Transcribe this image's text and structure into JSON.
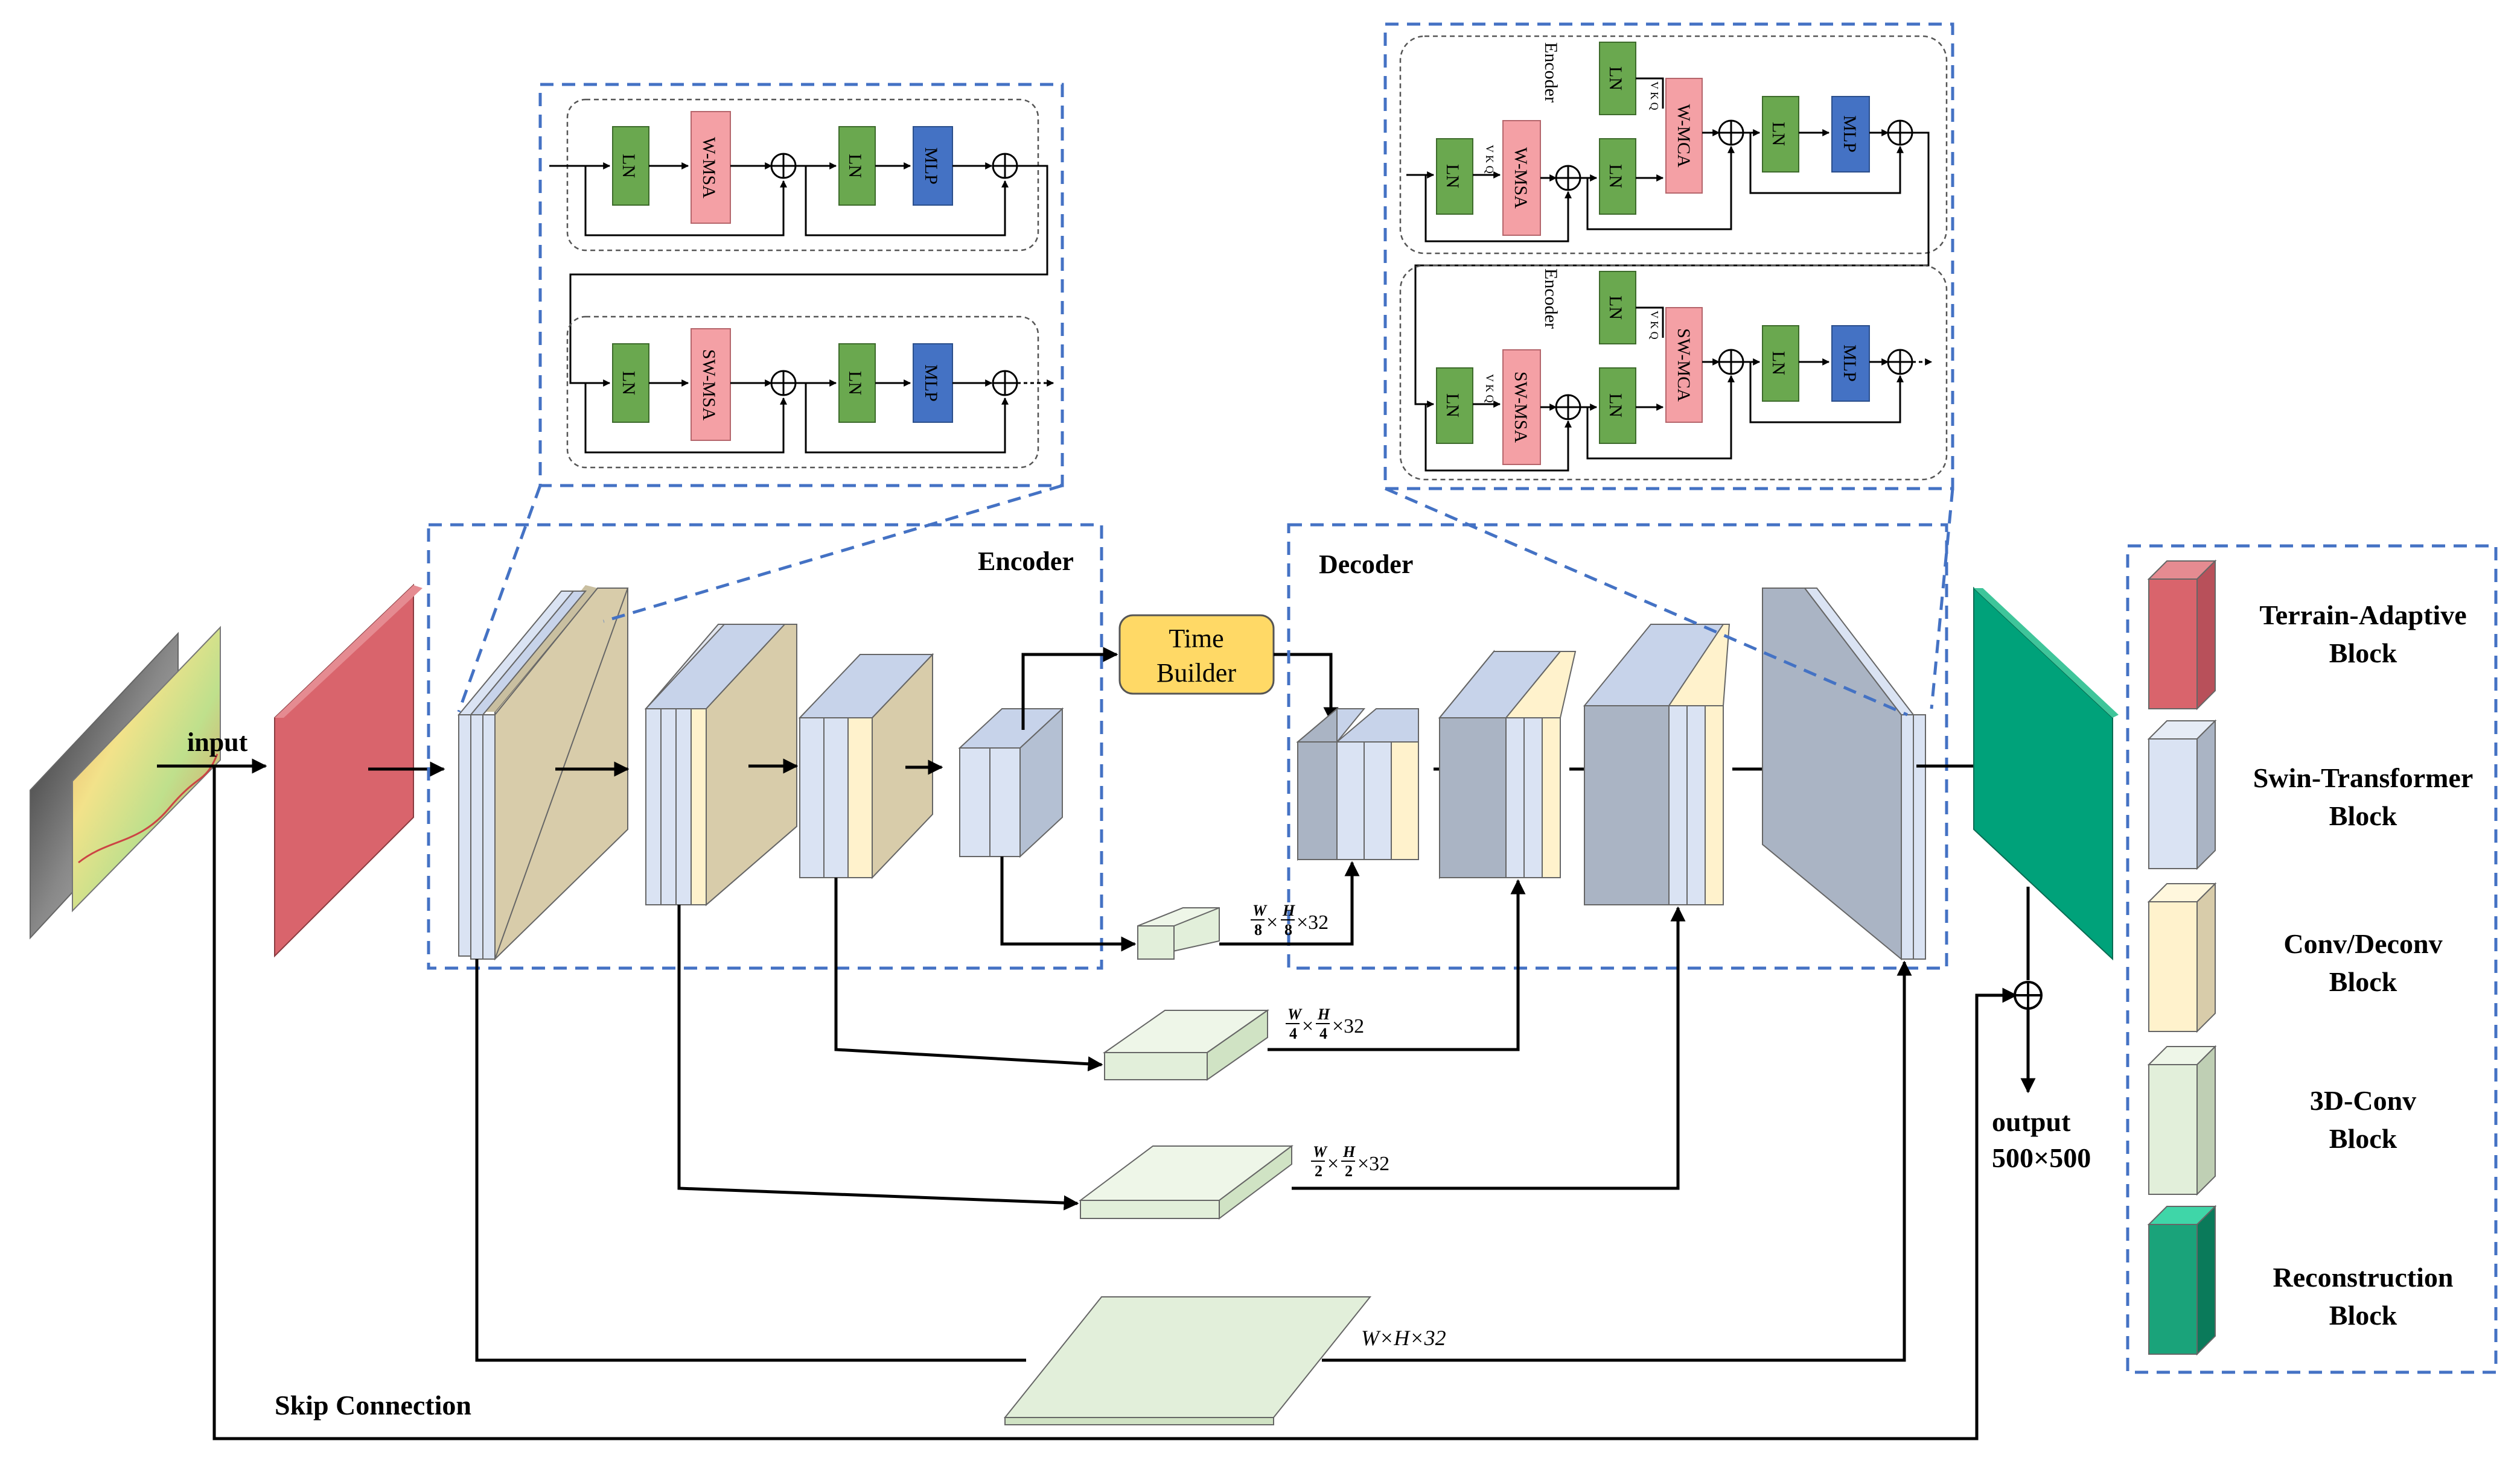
{
  "labels": {
    "input": "input",
    "encoder": "Encoder",
    "decoder": "Decoder",
    "time_builder_line1": "Time",
    "time_builder_line2": "Builder",
    "skip_connection": "Skip Connection",
    "output_line1": "output",
    "output_line2": "500×500",
    "dim_w8_a": "W",
    "dim_w8_b": "8",
    "dim_h8_a": "H",
    "dim_h8_b": "8",
    "dim_w8_tail": "×32",
    "dim_w4_a": "W",
    "dim_w4_b": "4",
    "dim_h4_a": "H",
    "dim_h4_b": "4",
    "dim_w4_tail": "×32",
    "dim_w2_a": "W",
    "dim_w2_b": "2",
    "dim_h2_a": "H",
    "dim_h2_b": "2",
    "dim_w2_tail": "×32",
    "dim_full": "W×H×32",
    "times": "×"
  },
  "encoder_detail": {
    "ln": "LN",
    "wmsa": "W-MSA",
    "swmsa": "SW-MSA",
    "mlp": "MLP"
  },
  "decoder_detail": {
    "encoder_label": "Encoder",
    "ln": "LN",
    "wmsa": "W-MSA",
    "swmsa": "SW-MSA",
    "wmca": "W-MCA",
    "swmca": "SW-MCA",
    "mlp": "MLP",
    "vkq": "V K Q",
    "vk": "V K Q"
  },
  "legend": {
    "items": [
      {
        "line1": "Terrain-Adaptive",
        "line2": "Block",
        "color": "#d9646c"
      },
      {
        "line1": "Swin-Transformer",
        "line2": "Block",
        "color": "#dae3f3"
      },
      {
        "line1": "Conv/Deconv",
        "line2": "Block",
        "color": "#fff2cc"
      },
      {
        "line1": "3D-Conv",
        "line2": "Block",
        "color": "#e2efda"
      },
      {
        "line1": "Reconstruction",
        "line2": "Block",
        "color": "#1aa37a"
      }
    ]
  },
  "colors": {
    "frame": "#4472c4",
    "ln": "#6aa84f",
    "msa": "#f4a0a5",
    "mlp": "#4472c4",
    "time_builder": "#ffd966",
    "terrain": "#d9646c",
    "swin_front": "#dae3f3",
    "conv_front": "#fff2cc",
    "plate_3d": "#e2efda",
    "recon": "#00a27a"
  }
}
